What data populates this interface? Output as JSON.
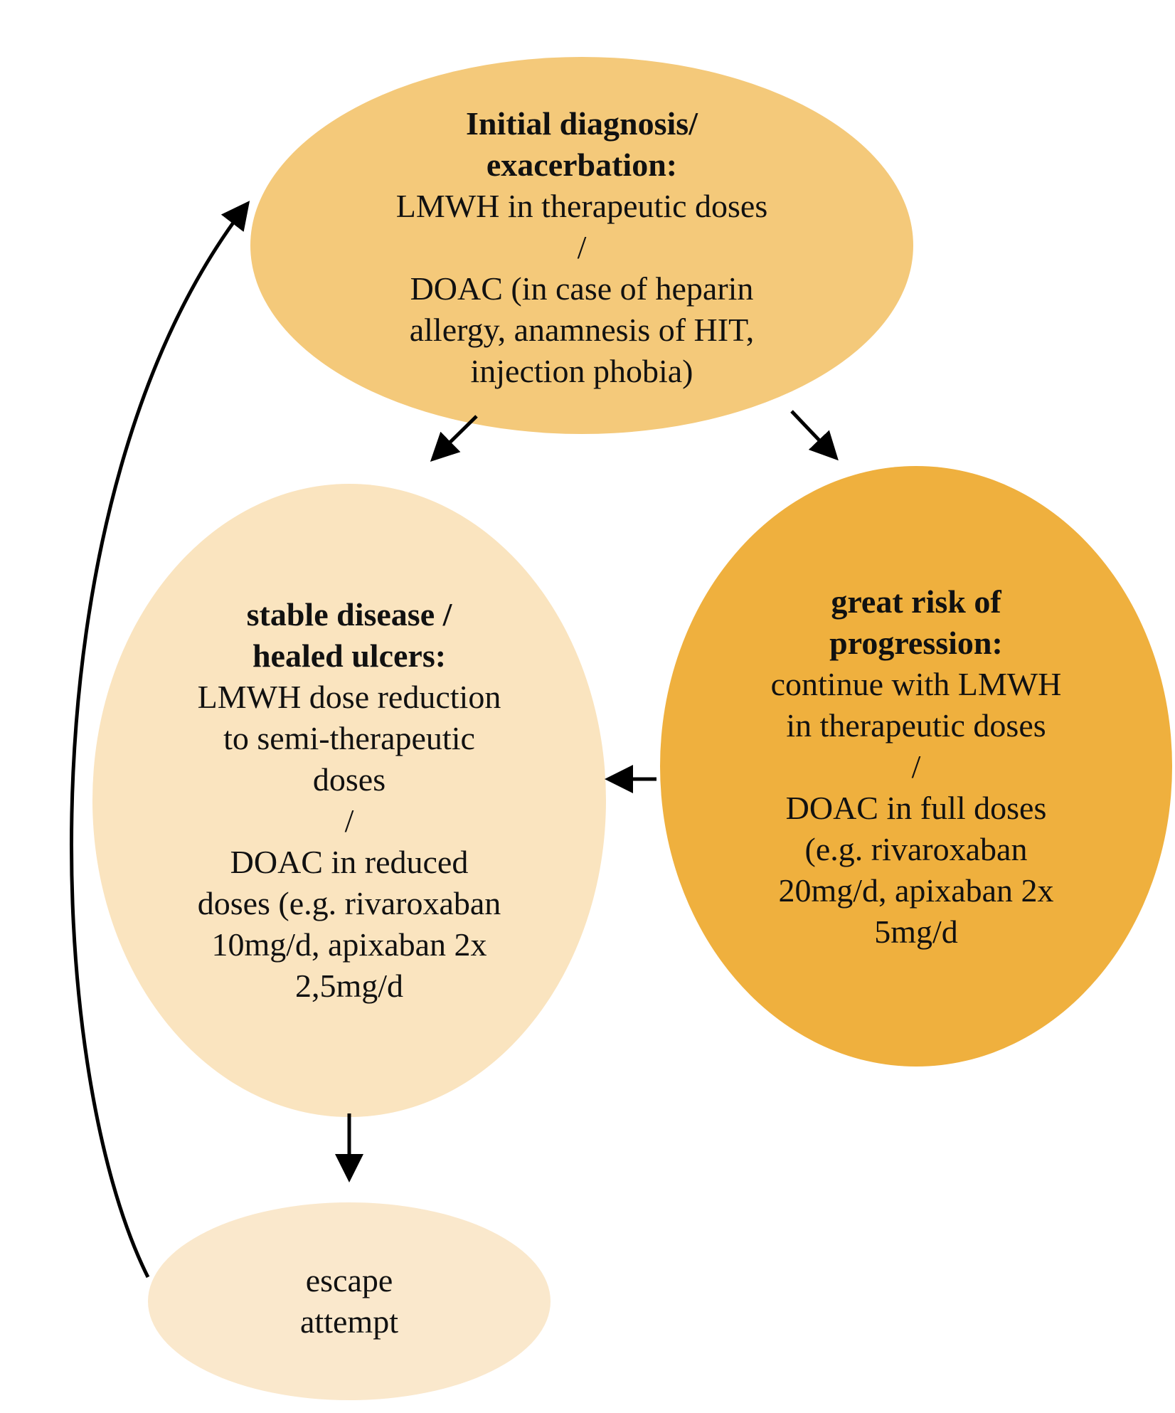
{
  "colors": {
    "initial_fill": "#F4C97A",
    "stable_fill": "#FAE4BF",
    "risk_fill": "#EFB03E",
    "escape_fill": "#FAE8CC",
    "arrow": "#000000"
  },
  "nodes": {
    "initial": {
      "lines": [
        {
          "text": "Initial diagnosis/",
          "bold": true
        },
        {
          "text": "exacerbation:",
          "bold": true
        },
        {
          "text": "LMWH in therapeutic doses",
          "bold": false
        },
        {
          "text": "/",
          "bold": false
        },
        {
          "text": "DOAC (in case of heparin",
          "bold": false
        },
        {
          "text": "allergy, anamnesis of HIT,",
          "bold": false
        },
        {
          "text": "injection phobia)",
          "bold": false
        }
      ]
    },
    "stable": {
      "lines": [
        {
          "text": "stable disease /",
          "bold": true
        },
        {
          "text": "healed ulcers:",
          "bold": true
        },
        {
          "text": "LMWH dose reduction",
          "bold": false
        },
        {
          "text": "to semi-therapeutic",
          "bold": false
        },
        {
          "text": "doses",
          "bold": false
        },
        {
          "text": "/",
          "bold": false
        },
        {
          "text": "DOAC in reduced",
          "bold": false
        },
        {
          "text": "doses (e.g. rivaroxaban",
          "bold": false
        },
        {
          "text": "10mg/d, apixaban 2x",
          "bold": false
        },
        {
          "text": "2,5mg/d",
          "bold": false
        }
      ]
    },
    "risk": {
      "lines": [
        {
          "text": "great risk of",
          "bold": true
        },
        {
          "text": "progression:",
          "bold": true
        },
        {
          "text": "continue with LMWH",
          "bold": false
        },
        {
          "text": "in therapeutic doses",
          "bold": false
        },
        {
          "text": "/",
          "bold": false
        },
        {
          "text": "DOAC in full doses",
          "bold": false
        },
        {
          "text": "(e.g. rivaroxaban",
          "bold": false
        },
        {
          "text": "20mg/d, apixaban 2x",
          "bold": false
        },
        {
          "text": "5mg/d",
          "bold": false
        }
      ]
    },
    "escape": {
      "lines": [
        {
          "text": "escape",
          "bold": false
        },
        {
          "text": "attempt",
          "bold": false
        }
      ]
    }
  }
}
